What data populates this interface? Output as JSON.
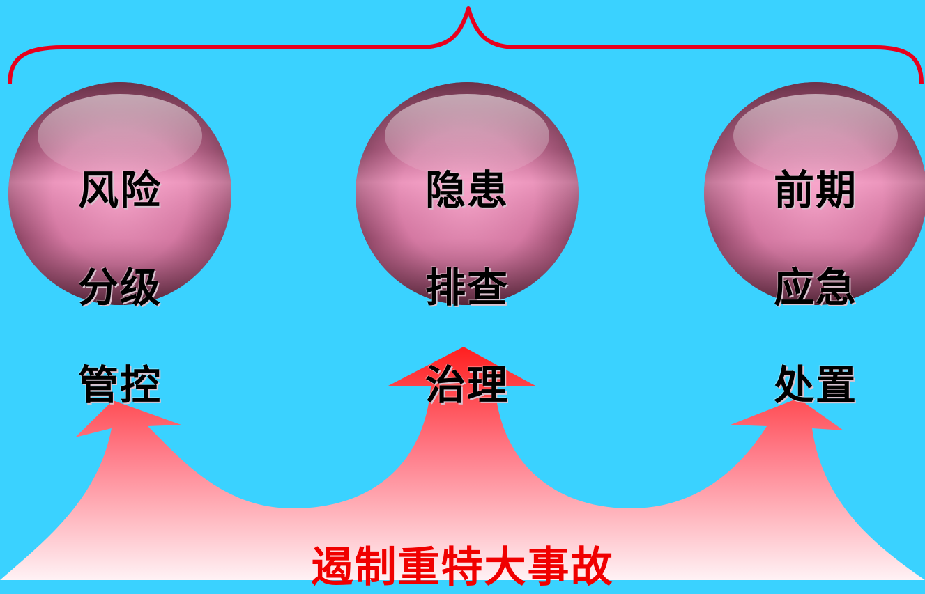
{
  "spheres": [
    {
      "lines": [
        "风险",
        "分级",
        "管控"
      ]
    },
    {
      "lines": [
        "隐患",
        "排查",
        "治理"
      ]
    },
    {
      "lines": [
        "前期",
        "应急",
        "处置"
      ]
    }
  ],
  "caption": "遏制重特大事故",
  "colors": {
    "background": "#3ad2ff",
    "brace": "#e8001c",
    "caption": "#f00000",
    "arrow_top": "#ff2a2a",
    "arrow_bottom": "#fff0f3"
  }
}
